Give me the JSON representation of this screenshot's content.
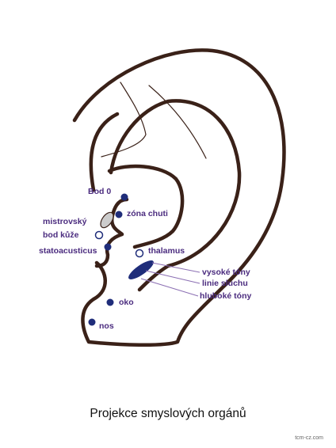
{
  "labels": {
    "bod0": "Bod 0",
    "zona_chuti": "zóna chuti",
    "mistrovsky_line1": "mistrovský",
    "mistrovsky_line2": "bod kůže",
    "statoacusticus": "statoacusticus",
    "thalamus": "thalamus",
    "vysoke_tony": "vysoké tóny",
    "linie_sluchu": "linie sluchu",
    "hluboke_tony": "hluboké tóny",
    "oko": "oko",
    "nos": "nos"
  },
  "caption": "Projekce smyslových orgánů",
  "source": "tcm-cz.com",
  "colors": {
    "ear_outline": "#3a2118",
    "point_fill": "#1f2d7a",
    "label_text": "#4b2c7f",
    "leader_line": "#8b6fb3",
    "oval_fill": "#cccccc"
  }
}
